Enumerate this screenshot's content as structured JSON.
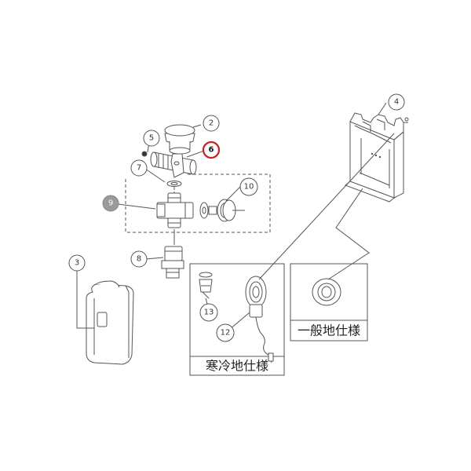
{
  "callouts": {
    "c2": "2",
    "c3": "3",
    "c4": "4",
    "c5": "5",
    "c6": "6",
    "c7": "7",
    "c8": "8",
    "c9": "9",
    "c10": "10",
    "c12": "12",
    "c13": "13"
  },
  "captions": {
    "cold": "寒冷地仕様",
    "general": "一般地仕様"
  },
  "colors": {
    "line": "#555555",
    "highlight": "#cc1f1f",
    "group_badge": "#9a9a9a"
  }
}
